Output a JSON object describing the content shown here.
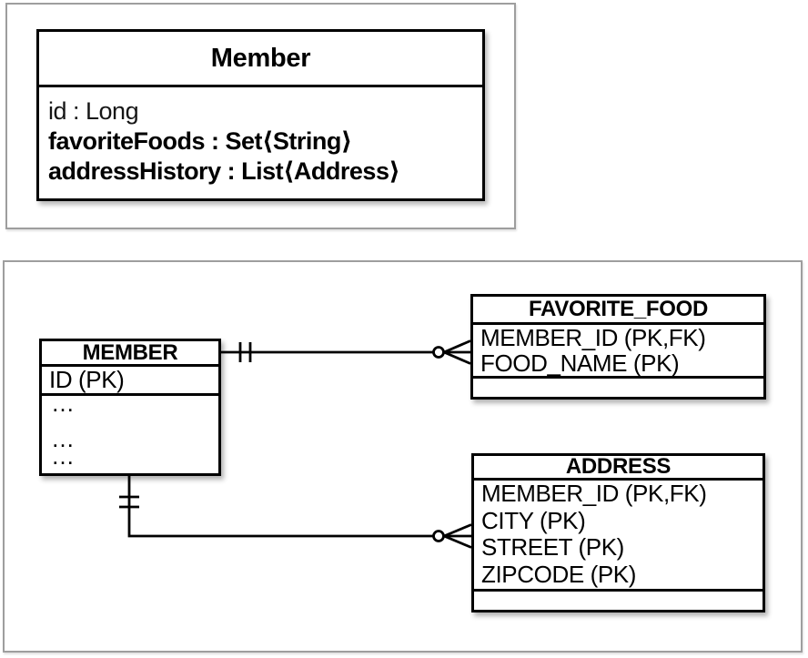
{
  "uml_class": {
    "name": "Member",
    "attributes": [
      {
        "label": "id : Long"
      },
      {
        "label": "favoriteFoods : Set⟨String⟩"
      },
      {
        "label": "addressHistory : List⟨Address⟩"
      }
    ]
  },
  "er": {
    "member": {
      "name": "MEMBER",
      "pk_row": "ID (PK)",
      "more_rows": [
        "…",
        "…",
        "…"
      ]
    },
    "favorite_food": {
      "name": "FAVORITE_FOOD",
      "rows": [
        "MEMBER_ID (PK,FK)",
        "FOOD_NAME (PK)"
      ]
    },
    "address": {
      "name": "ADDRESS",
      "rows": [
        "MEMBER_ID (PK,FK)",
        "CITY (PK)",
        "STREET (PK)",
        "ZIPCODE (PK)"
      ]
    },
    "relationships": [
      {
        "from": "MEMBER",
        "to": "FAVORITE_FOOD",
        "from_cardinality": "one and only one",
        "to_cardinality": "zero or many"
      },
      {
        "from": "MEMBER",
        "to": "ADDRESS",
        "from_cardinality": "one and only one",
        "to_cardinality": "zero or many"
      }
    ]
  },
  "colors": {
    "line": "#000000",
    "panel_border": "#9e9e9e",
    "background": "#ffffff",
    "text": "#000000"
  }
}
